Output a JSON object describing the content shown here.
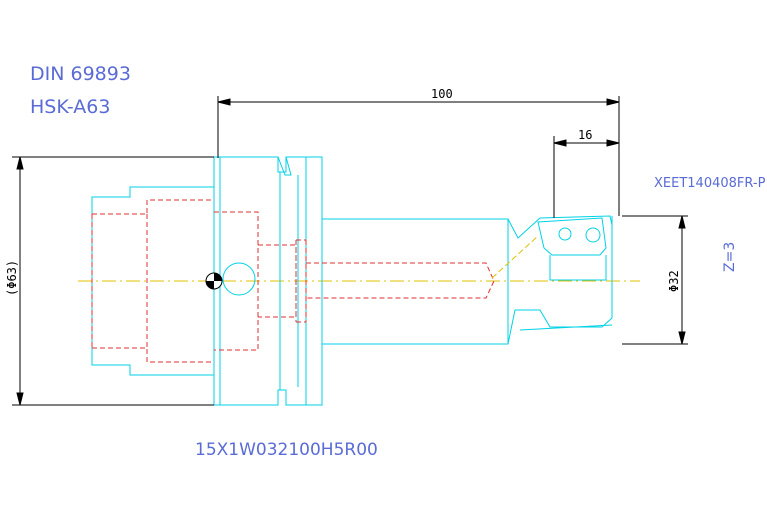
{
  "labels": {
    "standard": "DIN 69893",
    "interface": "HSK-A63",
    "insert": "XEET140408FR-P",
    "teeth": "Z=3",
    "part_number": "15X1W032100H5R00"
  },
  "dimensions": {
    "overall_length": "100",
    "cutter_length": "16",
    "flange_diameter": "(Φ63)",
    "cutter_diameter": "Φ32"
  },
  "colors": {
    "outline": "#00d2e6",
    "hidden": "#e03030",
    "dimension": "#000000",
    "center": "#e0c000",
    "annotation": "#5a6bd6"
  }
}
